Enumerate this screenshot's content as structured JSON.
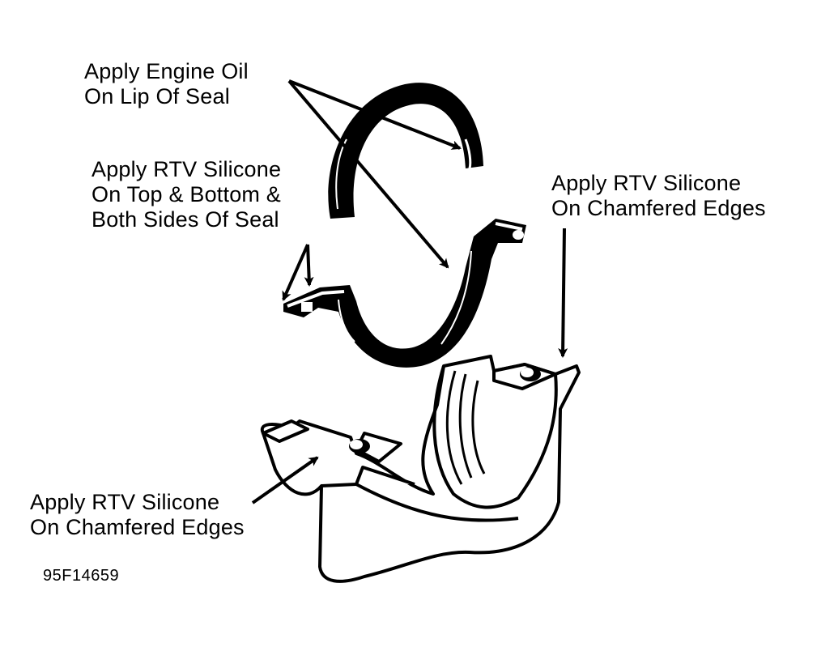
{
  "diagram": {
    "title": "Rear Main Seal Installation",
    "callouts": {
      "engine_oil": {
        "lines": [
          "Apply Engine Oil",
          "On Lip Of Seal"
        ]
      },
      "seal_rtv": {
        "lines": [
          "Apply RTV Silicone",
          "On Top & Bottom &",
          "Both Sides Of Seal"
        ]
      },
      "right_chamfer": {
        "lines": [
          "Apply RTV Silicone",
          "On Chamfered Edges"
        ]
      },
      "left_chamfer": {
        "lines": [
          "Apply RTV Silicone",
          "On Chamfered Edges"
        ]
      }
    },
    "figure_code": "95F14659",
    "parts": [
      "upper-seal-half",
      "lower-seal-half",
      "main-bearing-cap"
    ],
    "colors": {
      "ink": "#000000",
      "paper": "#ffffff"
    }
  }
}
